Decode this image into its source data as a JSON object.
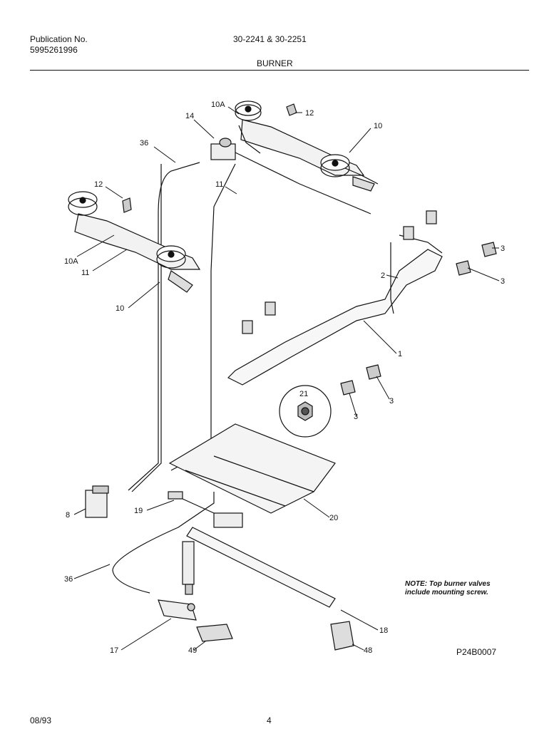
{
  "header": {
    "publication_label": "Publication No.",
    "publication_number": "5995261996",
    "model_numbers": "30-2241 & 30-2251",
    "section_title": "BURNER"
  },
  "callouts": {
    "c10A_top": "10A",
    "c12_top": "12",
    "c10_top": "10",
    "c14": "14",
    "c36_top": "36",
    "c11_top": "11",
    "c12_left": "12",
    "c10A_left": "10A",
    "c11_left": "11",
    "c10_left": "10",
    "c2": "2",
    "c3_a": "3",
    "c3_b": "3",
    "c1": "1",
    "c3_c": "3",
    "c21": "21",
    "c3_d": "3",
    "c8": "8",
    "c19": "19",
    "c20": "20",
    "c36_bottom": "36",
    "c18": "18",
    "c17": "17",
    "c49": "49",
    "c48": "48"
  },
  "note": {
    "line1": "NOTE: Top burner valves",
    "line2": "include mounting screw."
  },
  "figure_code": "P24B0007",
  "footer": {
    "date": "08/93",
    "page_number": "4"
  }
}
